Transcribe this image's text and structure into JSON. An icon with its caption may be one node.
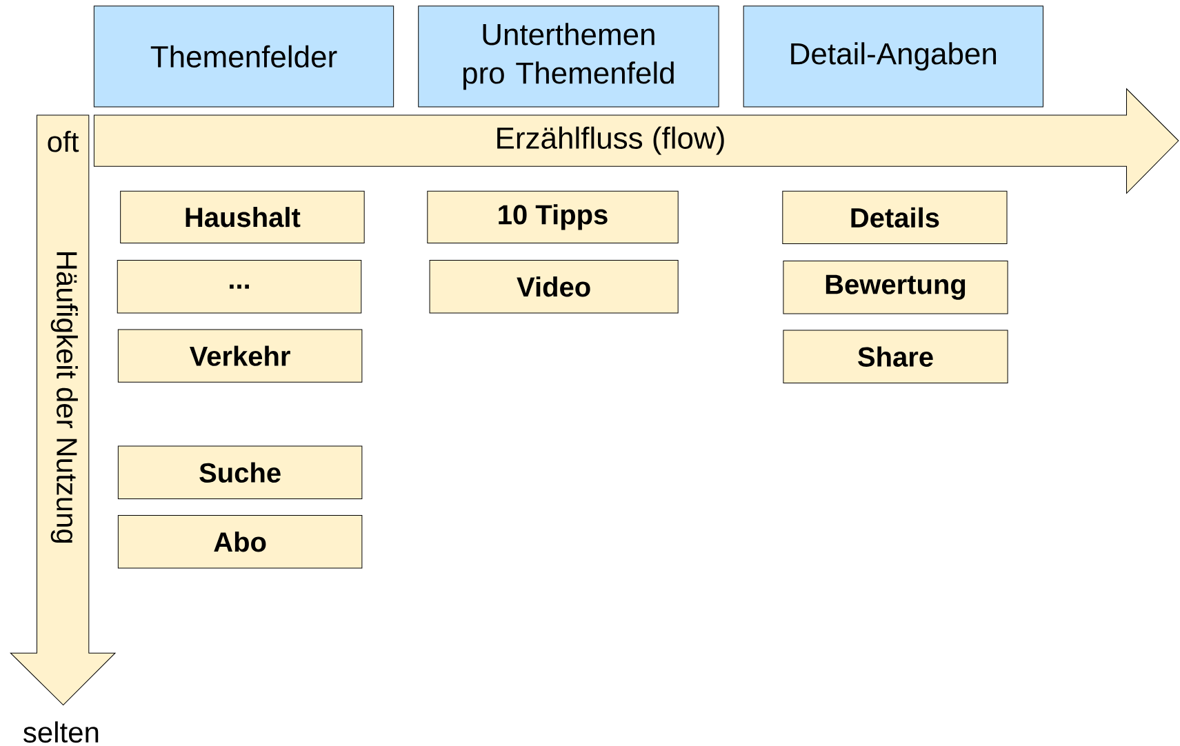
{
  "diagram": {
    "nodes": [
      {
        "text": [
          "Themenfelder"
        ]
      },
      {
        "text": [
          "Unterthemen pro Themenfeld"
        ]
      },
      {
        "text": [
          "Detail-Angaben"
        ]
      },
      {
        "text": [
          "Erzählfluss (flow)"
        ]
      },
      {
        "text": [
          "oft",
          "Häufigkeit der Nutzung"
        ],
        "beside": [
          "selten"
        ]
      },
      {
        "text": [
          "Haushalt"
        ]
      },
      {
        "text": [
          "..."
        ]
      },
      {
        "text": [
          "Verkehr"
        ]
      },
      {
        "text": [
          "Suche"
        ]
      },
      {
        "text": [
          "Abo"
        ]
      },
      {
        "text": [
          "10 Tipps"
        ]
      },
      {
        "text": [
          "Video"
        ]
      },
      {
        "text": [
          "Details"
        ]
      },
      {
        "text": [
          "Bewertung"
        ]
      },
      {
        "text": [
          "Share"
        ]
      }
    ]
  }
}
